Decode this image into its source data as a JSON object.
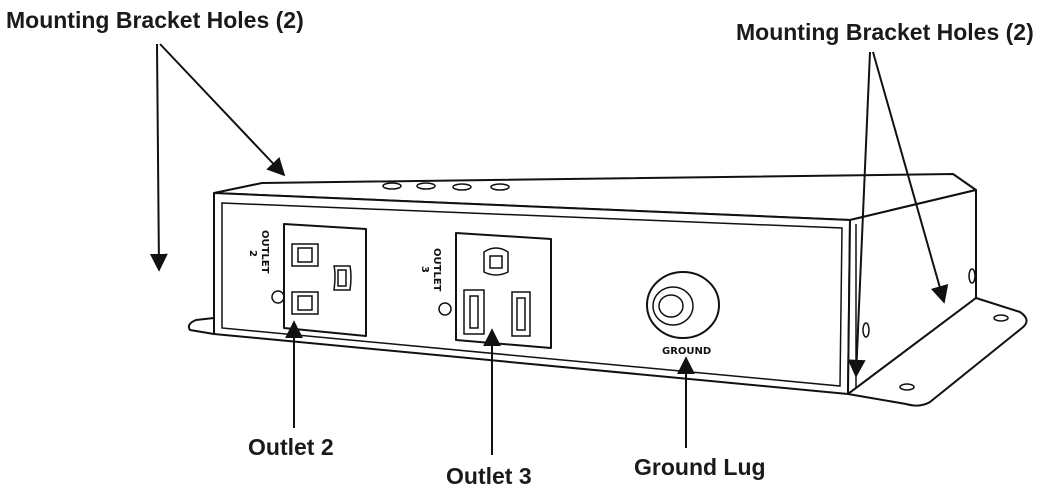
{
  "labels": {
    "bracket_left": "Mounting Bracket Holes (2)",
    "bracket_right": "Mounting Bracket Holes (2)",
    "outlet2": "Outlet 2",
    "outlet3": "Outlet 3",
    "ground_lug": "Ground Lug"
  },
  "device_text": {
    "outlet2_l1": "OUTLET",
    "outlet2_l2": "2",
    "outlet3_l1": "OUTLET",
    "outlet3_l2": "3",
    "ground": "GROUND"
  },
  "colors": {
    "line": "#111111",
    "background": "#ffffff"
  }
}
